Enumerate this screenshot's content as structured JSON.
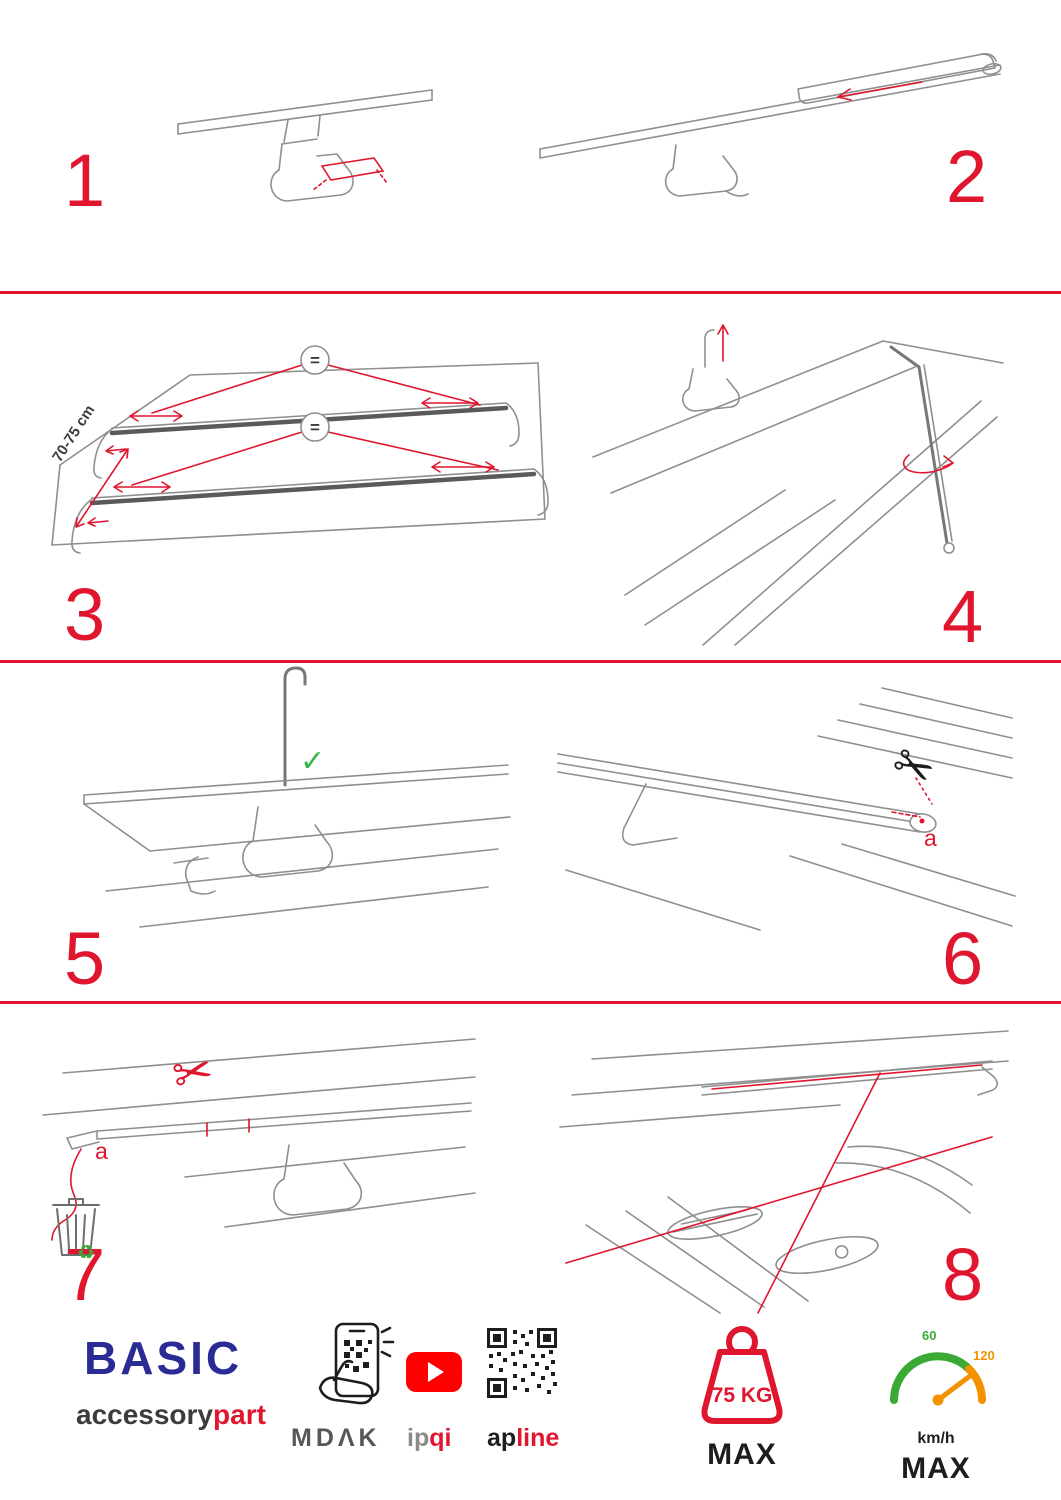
{
  "colors": {
    "accent_red": "#e0152e",
    "drawing_gray": "#8f8f8f",
    "brand_blue": "#2b2b96",
    "green": "#3aaa35",
    "orange": "#f39200",
    "youtube_red": "#ff0000",
    "text_dark": "#1d1d1b"
  },
  "icons": {
    "check": "✓",
    "scissors": "✂",
    "recycle": "♻"
  },
  "steps": [
    {
      "number": "1"
    },
    {
      "number": "2"
    },
    {
      "number": "3",
      "equals_label": "=",
      "distance_label": "70-75 cm"
    },
    {
      "number": "4"
    },
    {
      "number": "5"
    },
    {
      "number": "6",
      "part_label": "a"
    },
    {
      "number": "7",
      "part_label": "a"
    },
    {
      "number": "8"
    }
  ],
  "footer": {
    "brand": "BASIC",
    "brand_sub": {
      "dark": "accessory",
      "red": "part"
    },
    "qr_app": "MDΛK",
    "video": {
      "dark": "ip",
      "red": "qi"
    },
    "site": {
      "dark": "ap",
      "red": "line"
    },
    "weight": {
      "value": "75 KG",
      "max": "MAX"
    },
    "speed": {
      "low": "60",
      "high": "120",
      "unit": "km/h",
      "max": "MAX"
    }
  }
}
